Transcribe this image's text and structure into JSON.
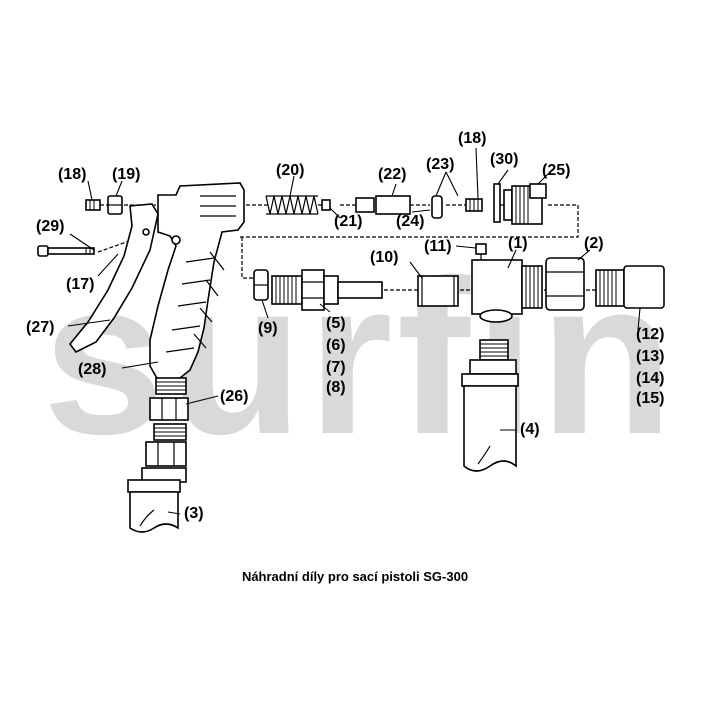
{
  "watermark": {
    "text": "surfin",
    "color": "#d9d9d9"
  },
  "caption": "Náhradní díly pro sací pistoli SG-300",
  "labels": {
    "p18a": "(18)",
    "p19": "(19)",
    "p20": "(20)",
    "p22": "(22)",
    "p23": "(23)",
    "p18b": "(18)",
    "p30": "(30)",
    "p25": "(25)",
    "p21": "(21)",
    "p24": "(24)",
    "p29": "(29)",
    "p17": "(17)",
    "p11": "(11)",
    "p1": "(1)",
    "p2": "(2)",
    "p10": "(10)",
    "p9": "(9)",
    "p5": "(5)",
    "p6": "(6)",
    "p7": "(7)",
    "p8": "(8)",
    "p12": "(12)",
    "p13": "(13)",
    "p14": "(14)",
    "p15": "(15)",
    "p27": "(27)",
    "p28": "(28)",
    "p26": "(26)",
    "p4": "(4)",
    "p3": "(3)"
  }
}
